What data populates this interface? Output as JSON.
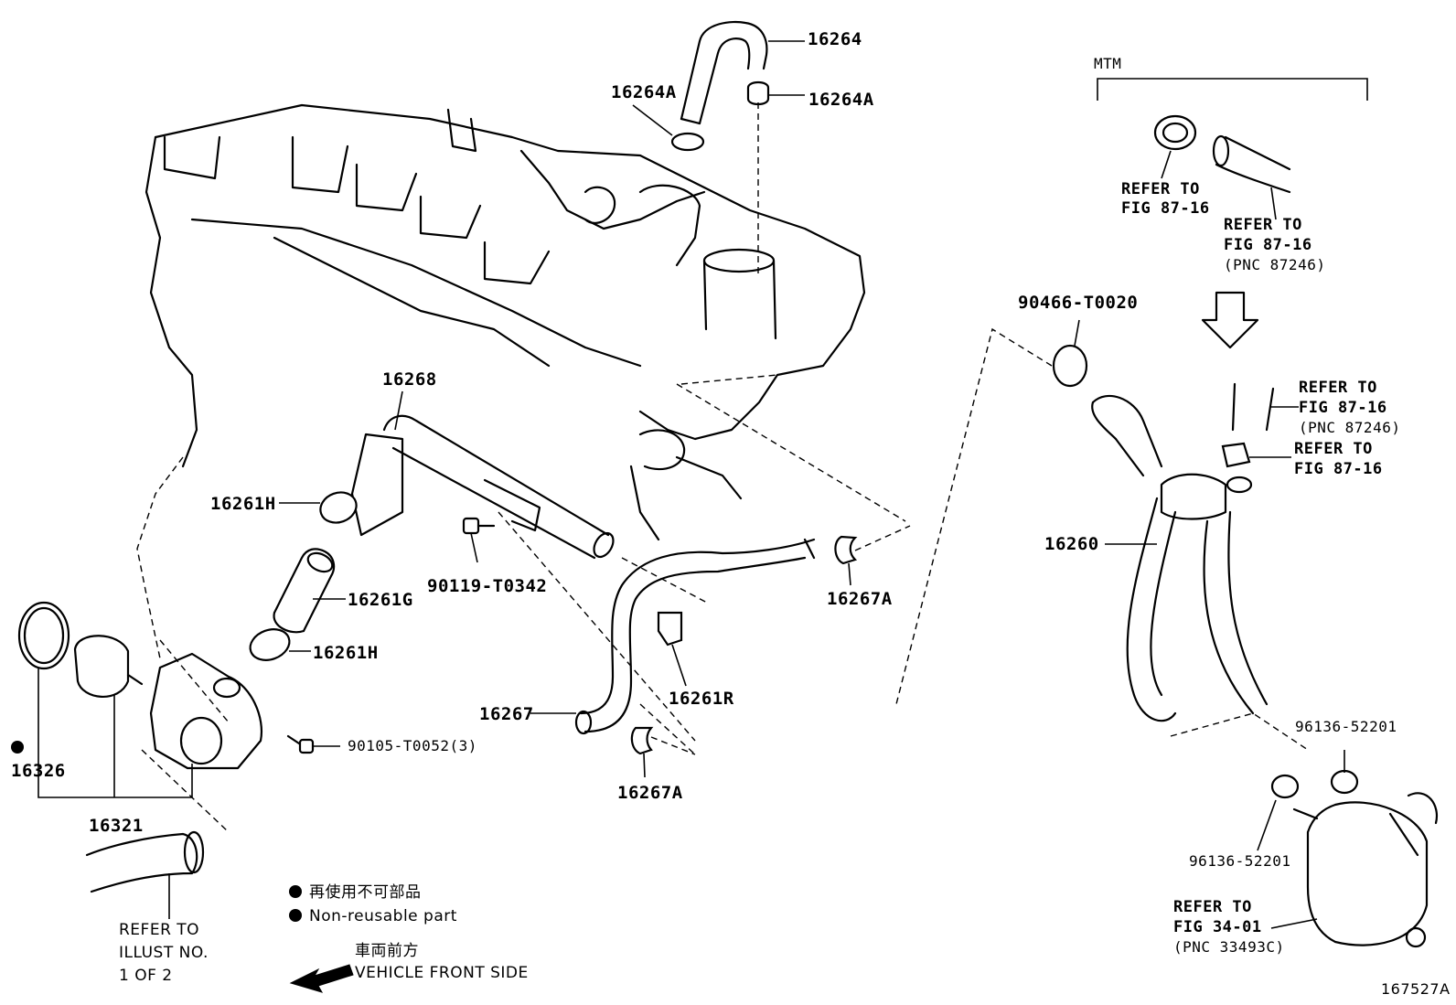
{
  "labels": {
    "hose_16264": "16264",
    "clamp_16264a_left": "16264A",
    "clamp_16264a_right": "16264A",
    "mtm": "MTM",
    "refer_top_left_1": "REFER TO",
    "refer_top_left_2": "FIG 87-16",
    "refer_top_right_1": "REFER TO",
    "refer_top_right_2": "FIG 87-16",
    "refer_top_right_3": "(PNC 87246)",
    "clamp_90466": "90466-T0020",
    "pipe_16268": "16268",
    "refer_mid_1": "REFER TO",
    "refer_mid_2": "FIG 87-16",
    "refer_mid_3": "(PNC 87246)",
    "refer_mid2_1": "REFER TO",
    "refer_mid2_2": "FIG 87-16",
    "clamp_16261h_upper": "16261H",
    "hose_16261g": "16261G",
    "clamp_16261h_lower": "16261H",
    "bolt_90119": "90119-T0342",
    "clamp_16267a_upper": "16267A",
    "hose_16260": "16260",
    "clip_16261r": "16261R",
    "hose_16267": "16267",
    "bolt_90105": "90105-T0052(3)",
    "gasket_16326": "16326",
    "thermostat_16321": "16321",
    "clamp_16267a_lower": "16267A",
    "clamp_96136_upper": "96136-52201",
    "clamp_96136_lower": "96136-52201",
    "refer_cooler_1": "REFER TO",
    "refer_cooler_2": "FIG 34-01",
    "refer_cooler_3": "(PNC 33493C)",
    "refer_illust_1": "REFER TO",
    "refer_illust_2": "ILLUST NO.",
    "refer_illust_3": "1 OF 2",
    "legend_jp": "再使用不可部品",
    "legend_en": "Non-reusable part",
    "front_jp": "車両前方",
    "front_en": "VEHICLE FRONT SIDE",
    "figure_id": "167527A"
  },
  "icons": {
    "non_reusable_marker": "filled-circle-icon",
    "front_arrow": "left-arrow-icon",
    "down_arrow": "down-arrow-icon"
  },
  "colors": {
    "line": "#000000",
    "background": "#ffffff"
  }
}
